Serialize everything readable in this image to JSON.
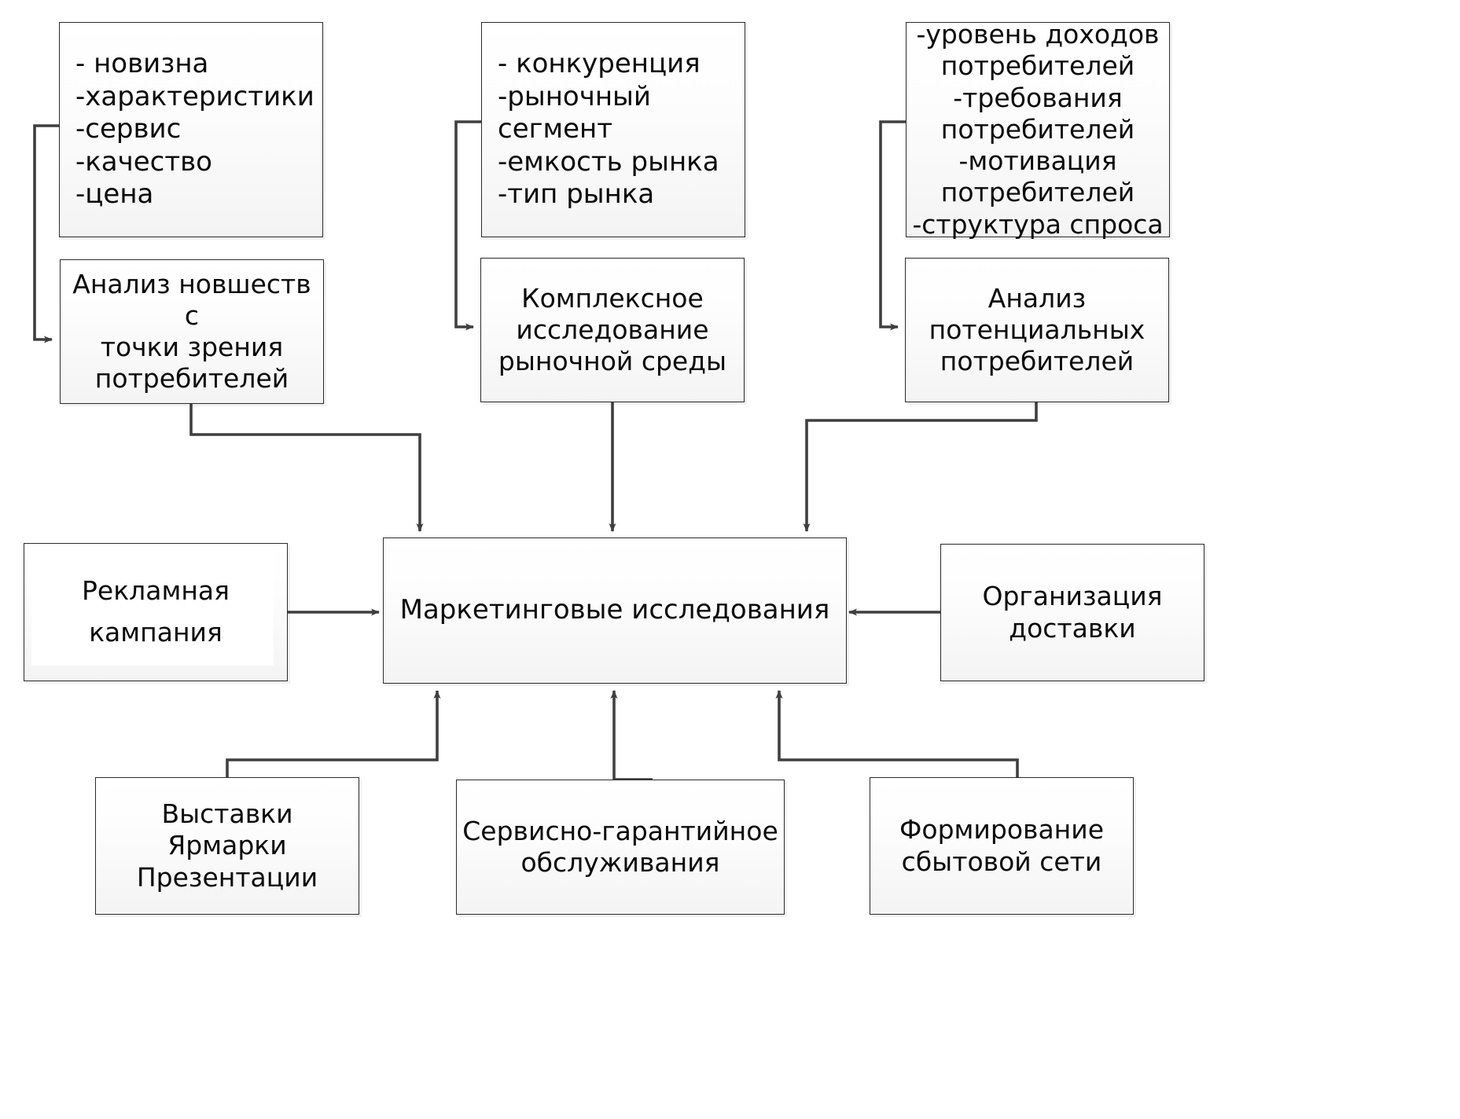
{
  "diagram": {
    "title": "Маркетинговые исследования",
    "language": "ru",
    "colors": {
      "box_border": "#2b2b2b",
      "box_fill_top": "#ffffff",
      "box_fill_bottom": "#f4f4f4",
      "connector": "#3f3f3f",
      "text": "#0a0a0a"
    },
    "nodes": {
      "criteria_product": {
        "text": "- новизна\n-характеристики\n-сервис\n-качество\n-цена",
        "items": [
          "- новизна",
          "-характеристики",
          "-сервис",
          "-качество",
          "-цена"
        ]
      },
      "criteria_market": {
        "text": "- конкуренция\n-рыночный\nсегмент\n-емкость рынка\n-тип рынка",
        "items": [
          "- конкуренция",
          "-рыночный сегмент",
          "-емкость рынка",
          "-тип рынка"
        ]
      },
      "criteria_consumers": {
        "text": "-уровень доходов\nпотребителей\n-требования\nпотребителей\n-мотивация\nпотребителей\n-структура спроса",
        "items": [
          "-уровень доходов потребителей",
          "-требования потребителей",
          "-мотивация потребителей",
          "-структура спроса"
        ]
      },
      "analysis_novelty": {
        "text": "Анализ новшеств с\nточки зрения\nпотребителей"
      },
      "analysis_market": {
        "text": "Комплексное\nисследование\nрыночной среды"
      },
      "analysis_consumers": {
        "text": "Анализ\nпотенциальных\nпотребителей"
      },
      "center": {
        "text": "Маркетинговые исследования"
      },
      "ad_campaign": {
        "text": "Рекламная\nкампания"
      },
      "delivery": {
        "text": "Организация\nдоставки"
      },
      "expos": {
        "text": "Выставки\nЯрмарки\nПрезентации"
      },
      "service": {
        "text": "Сервисно-гарантийное\nобслуживания"
      },
      "sales_network": {
        "text": "Формирование\nсбытовой сети"
      }
    }
  }
}
